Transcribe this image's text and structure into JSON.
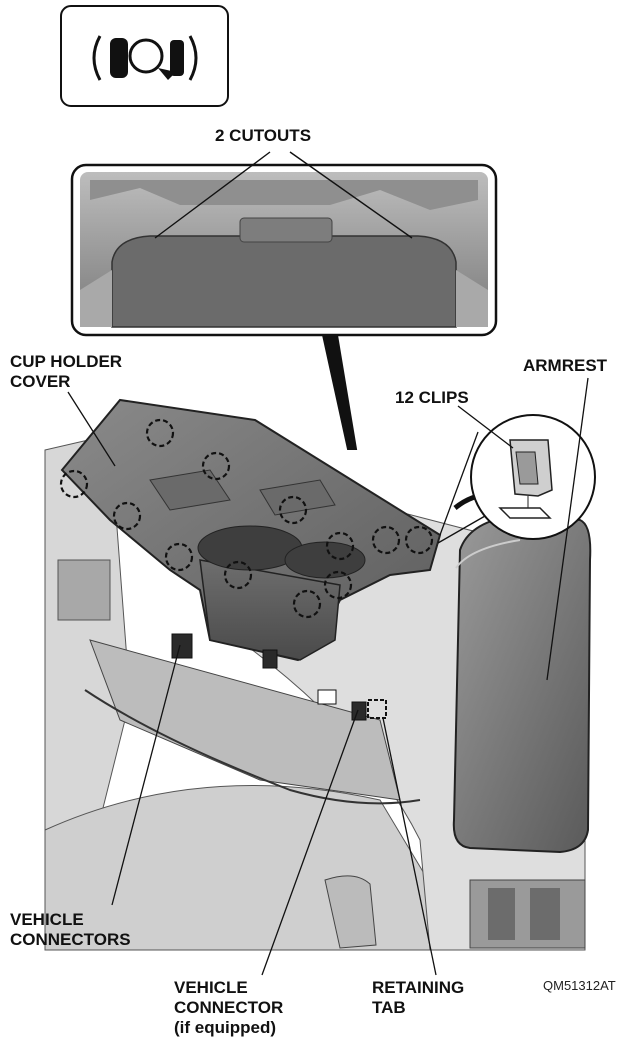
{
  "callouts": {
    "cutouts": "2 CUTOUTS",
    "cup_holder_cover": [
      "CUP HOLDER",
      "COVER"
    ],
    "clips": "12 CLIPS",
    "armrest": "ARMREST",
    "vehicle_connectors": [
      "VEHICLE",
      "CONNECTORS"
    ],
    "vehicle_connector": [
      "VEHICLE",
      "CONNECTOR",
      "(if equipped)"
    ],
    "retaining_tab": [
      "RETAINING",
      "TAB"
    ]
  },
  "figure_id": "QM51312AT",
  "icons": {
    "view_badge": "console-top-view-magnifier-icon",
    "rotate_arrow": "rotate-arrow-icon"
  },
  "clip_count": 12
}
